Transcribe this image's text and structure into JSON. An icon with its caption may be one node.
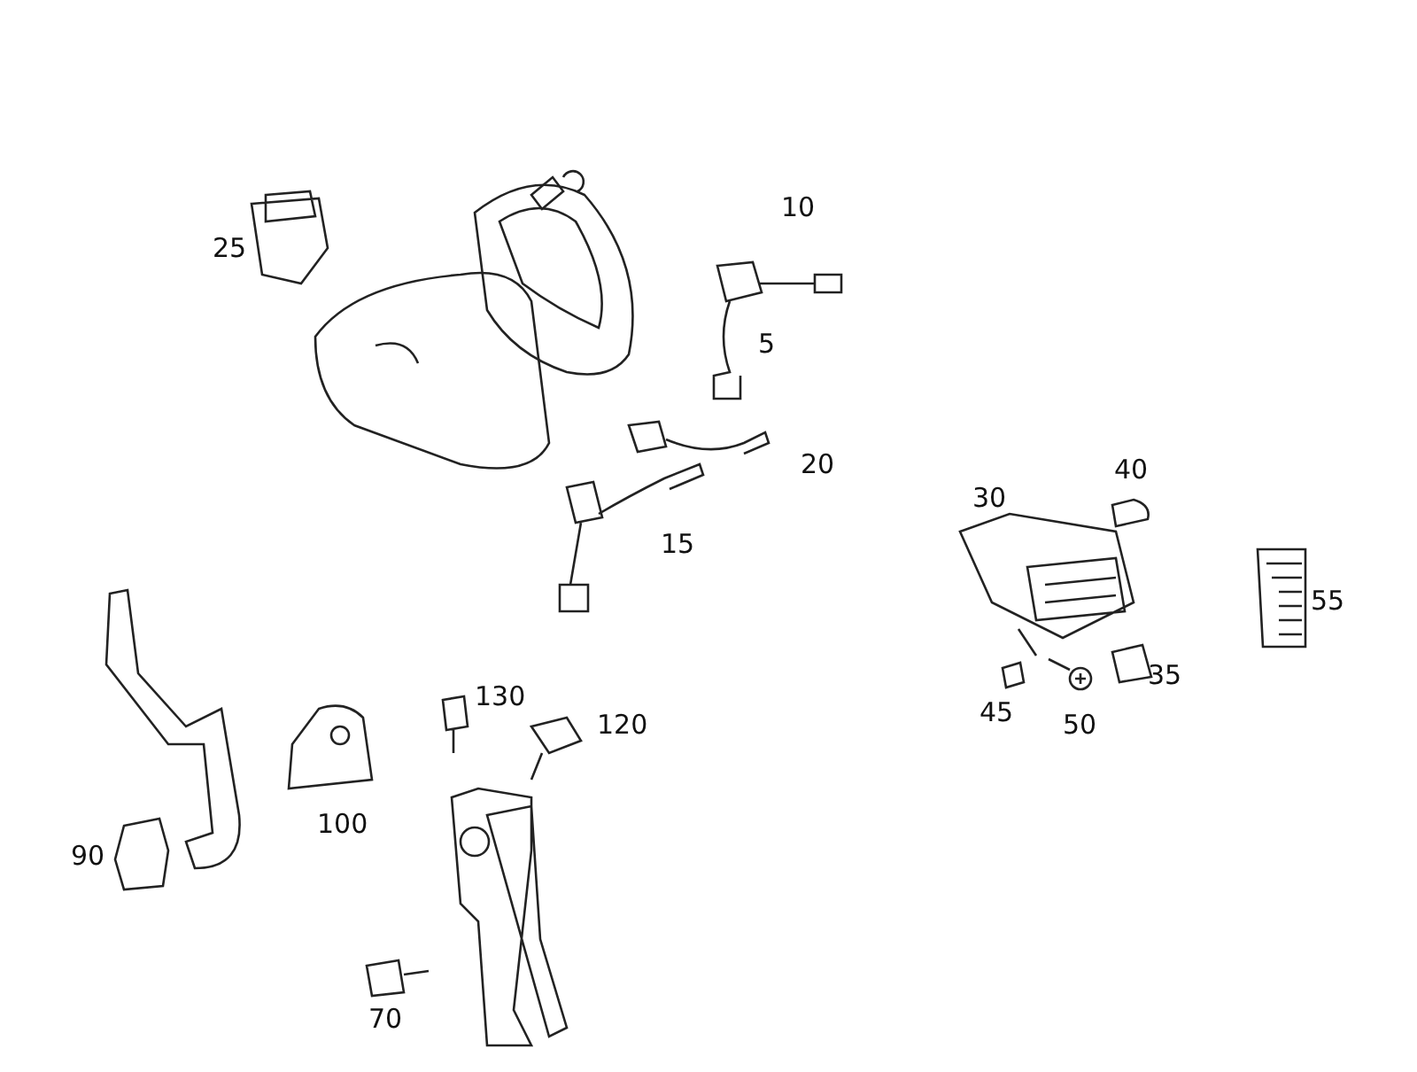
{
  "diagram": {
    "labels": [
      "10",
      "25",
      "5",
      "40",
      "20",
      "30",
      "15",
      "55",
      "35",
      "130",
      "45",
      "120",
      "50",
      "90",
      "100",
      "70"
    ]
  }
}
